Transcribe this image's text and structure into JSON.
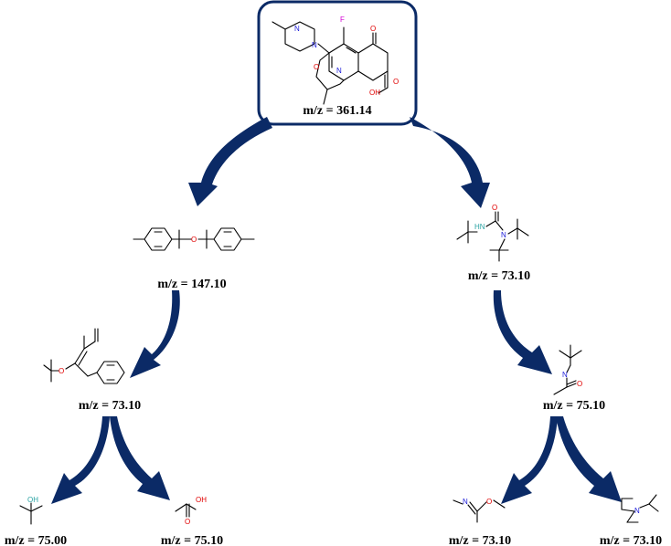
{
  "colors": {
    "arrow": "#0b2a66",
    "box_border": "#0b2a66",
    "oxygen": "#e00000",
    "nitrogen": "#1a1ad8",
    "fluorine": "#d400d4",
    "hydrogen_teal": "#2aa3a3"
  },
  "parent": {
    "mz": "m/z = 361.14",
    "atoms": {
      "F": "F",
      "N1": "N",
      "N2": "N",
      "O1": "O",
      "N3": "N",
      "O2": "O",
      "OH": "OH",
      "O3": "O"
    }
  },
  "left_frag": {
    "mz": "m/z = 147.10",
    "atoms": {
      "O": "O"
    }
  },
  "right_frag": {
    "mz": "m/z = 73.10",
    "atoms": {
      "HN": "HN",
      "O": "O",
      "N": "N"
    }
  },
  "left_mid": {
    "mz": "m/z = 73.10",
    "atoms": {
      "O": "O"
    }
  },
  "right_mid": {
    "mz": "m/z = 75.10",
    "atoms": {
      "N": "N",
      "O": "O"
    }
  },
  "ll": {
    "mz": "m/z = 75.00",
    "atoms": {
      "OH": "OH"
    }
  },
  "lr": {
    "mz": "m/z = 75.10",
    "atoms": {
      "OH": "OH",
      "O": "O"
    }
  },
  "rl": {
    "mz": "m/z = 73.10",
    "atoms": {
      "N": "N",
      "O": "O"
    }
  },
  "rr": {
    "mz": "m/z = 73.10",
    "atoms": {
      "N": "N"
    }
  }
}
